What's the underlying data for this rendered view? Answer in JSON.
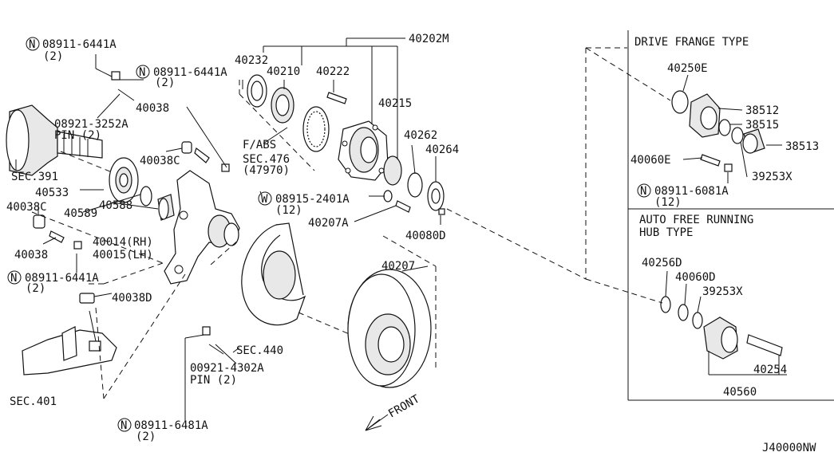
{
  "diagram": {
    "code": "J40000NW",
    "front_label": "FRONT",
    "callouts": [
      {
        "id": "n-08911-6441A-a",
        "prefix": "N",
        "text": "08911-6441A",
        "qty": "(2)"
      },
      {
        "id": "n-08911-6441A-b",
        "prefix": "N",
        "text": "08911-6441A",
        "qty": "(2)"
      },
      {
        "id": "n-08911-6441A-c",
        "prefix": "N",
        "text": "08911-6441A",
        "qty": "(2)"
      },
      {
        "id": "n-08911-6481A",
        "prefix": "N",
        "text": "08911-6481A",
        "qty": "(2)"
      },
      {
        "id": "w-08915-2401A",
        "prefix": "W",
        "text": "08915-2401A",
        "qty": "(12)"
      },
      {
        "id": "n-08911-6081A",
        "prefix": "N",
        "text": "08911-6081A",
        "qty": "(12)"
      }
    ],
    "labels": {
      "p40202M": "40202M",
      "p40232": "40232",
      "p40210": "40210",
      "p40222": "40222",
      "p40215": "40215",
      "p40262": "40262",
      "p40264": "40264",
      "p40038": "40038",
      "p40038C_a": "40038C",
      "p40038C_b": "40038C",
      "p40038_b": "40038",
      "pin1_code": "08921-3252A",
      "pin1_qty": "PIN (2)",
      "sec391": "SEC.391",
      "p40533": "40533",
      "p40589": "40589",
      "p40588": "40588",
      "p40014": "40014(RH)",
      "p40015": "40015(LH)",
      "p40038D": "40038D",
      "fabs": "F/ABS",
      "sec476": "SEC.476",
      "p47970": "(47970)",
      "p40207A": "40207A",
      "p40080D": "40080D",
      "p40207": "40207",
      "sec440": "SEC.440",
      "pin2_code": "00921-4302A",
      "pin2_qty": "PIN (2)",
      "sec401": "SEC.401",
      "drive_title": "DRIVE FRANGE TYPE",
      "p40250E": "40250E",
      "p38512": "38512",
      "p38515": "38515",
      "p38513": "38513",
      "p40060E": "40060E",
      "p39253X_a": "39253X",
      "auto_title_1": "AUTO FREE RUNNING",
      "auto_title_2": "HUB TYPE",
      "p40256D": "40256D",
      "p40060D": "40060D",
      "p39253X_b": "39253X",
      "p40254": "40254",
      "p40560": "40560"
    }
  }
}
